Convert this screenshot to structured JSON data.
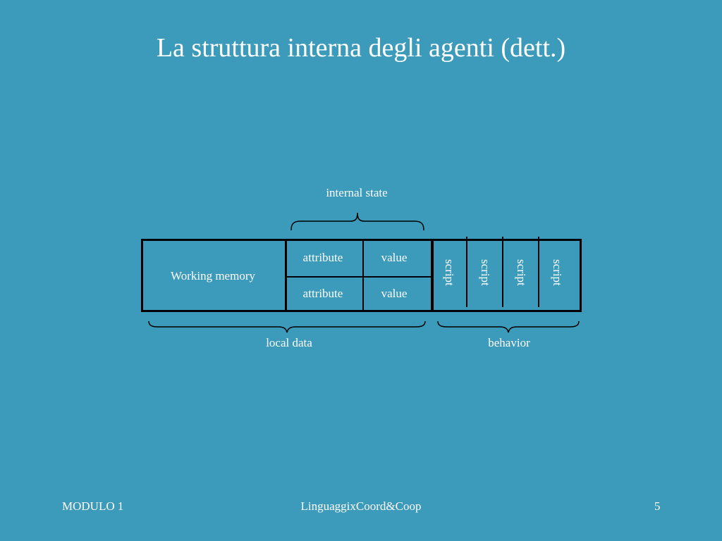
{
  "slide": {
    "title": "La struttura interna degli agenti (dett.)",
    "background_color": "#3c9aba"
  },
  "diagram": {
    "internal_state_label": "internal state",
    "working_memory_label": "Working memory",
    "rows": [
      {
        "attribute": "attribute",
        "value": "value"
      },
      {
        "attribute": "attribute",
        "value": "value"
      }
    ],
    "scripts": [
      "script",
      "script",
      "script",
      "script"
    ],
    "local_data_label": "local data",
    "behavior_label": "behavior"
  },
  "footer": {
    "left": "MODULO 1",
    "center": "LinguaggixCoord&Coop",
    "page_number": "5"
  }
}
